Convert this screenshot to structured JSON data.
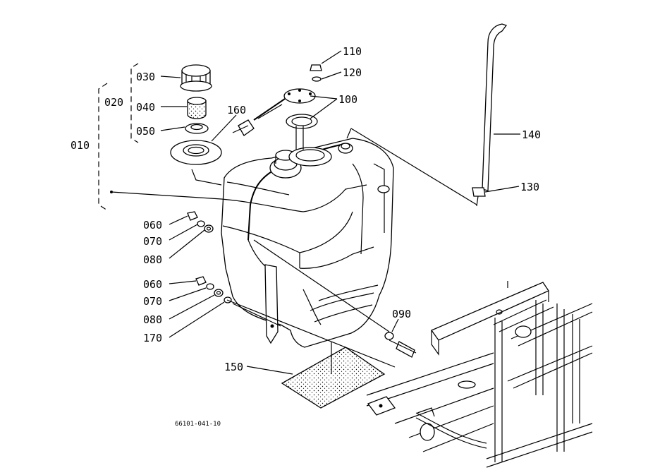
{
  "colors": {
    "ink": "#000000",
    "paper": "#ffffff"
  },
  "callouts": {
    "p010": "010",
    "p020": "020",
    "p030": "030",
    "p040": "040",
    "p050": "050",
    "p060a": "060",
    "p070a": "070",
    "p080a": "080",
    "p060b": "060",
    "p070b": "070",
    "p080b": "080",
    "p090": "090",
    "p100": "100",
    "p110": "110",
    "p120": "120",
    "p130": "130",
    "p140": "140",
    "p150": "150",
    "p160": "160",
    "p170": "170"
  },
  "drawing_code": "66101-041-10"
}
